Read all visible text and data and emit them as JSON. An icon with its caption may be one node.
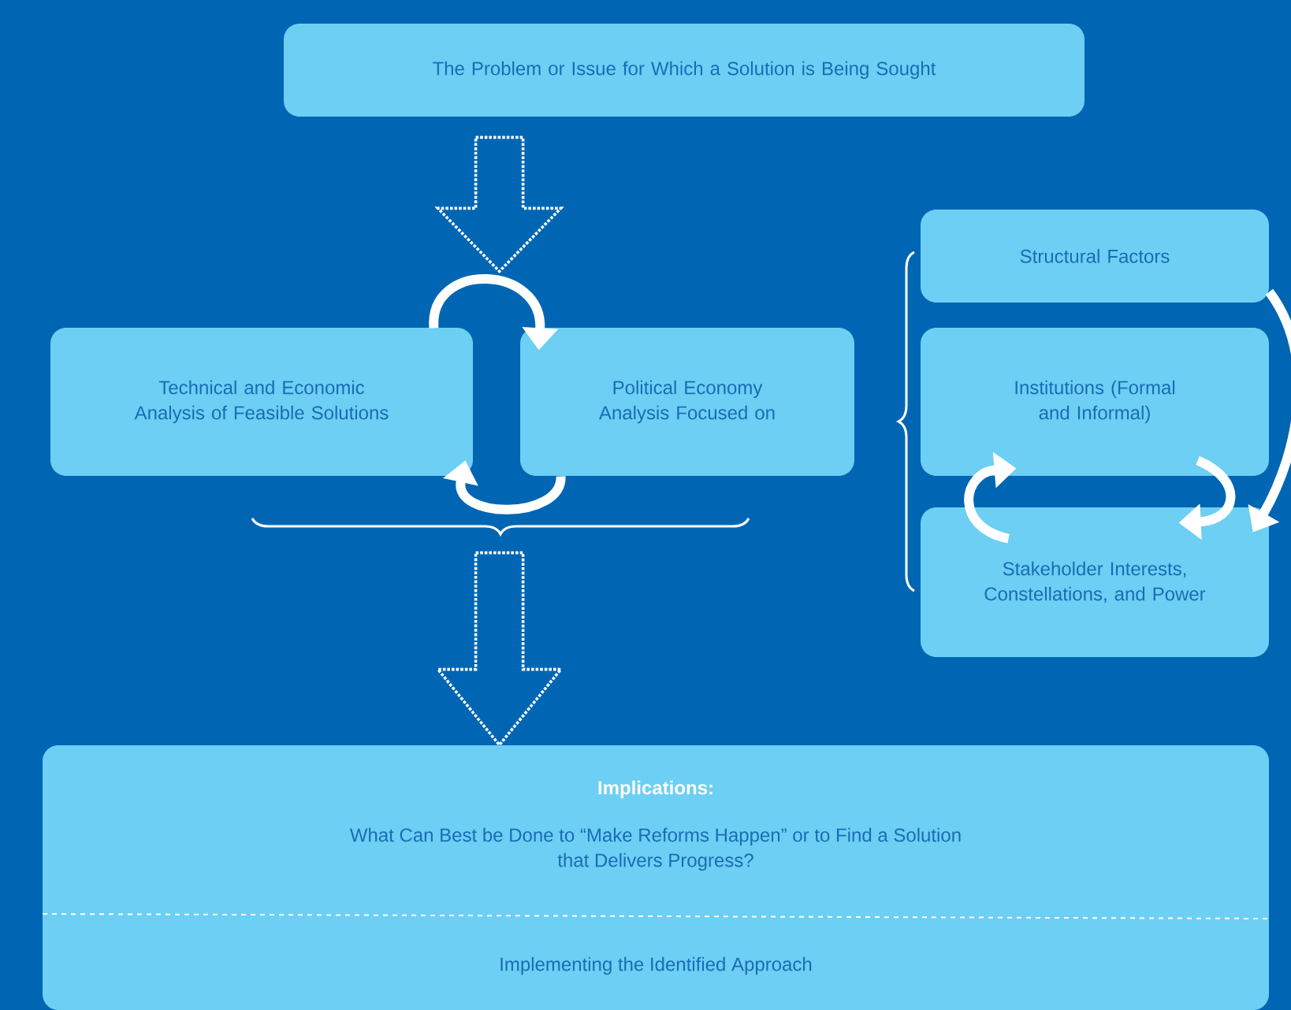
{
  "diagram": {
    "nodes": [
      {
        "text": [
          "The Problem or Issue for Which a Solution is Being Sought"
        ]
      },
      {
        "text": [
          "Technical and Economic Analysis of Feasible Solutions"
        ]
      },
      {
        "text": [
          "Political Economy Analysis Focused on"
        ]
      },
      {
        "text": [
          "Structural Factors"
        ]
      },
      {
        "text": [
          "Institutions (Formal and Informal)"
        ]
      },
      {
        "text": [
          "Stakeholder Interests, Constellations, and Power"
        ]
      },
      {
        "text": [
          "Implications:",
          "What Can Best be Done to “Make Reforms Happen” or to Find a Solution that Delivers Progress?",
          "Implementing the Identified Approach"
        ]
      },
      {
        "text": [],
        "shape": "brace"
      }
    ],
    "edges": [
      {
        "from": 0,
        "to": 1,
        "arrow": "to",
        "style": "dashed"
      },
      {
        "from": 0,
        "to": 2,
        "arrow": "to",
        "style": "dashed"
      },
      {
        "from": 1,
        "to": 2,
        "arrow": "to"
      },
      {
        "from": 2,
        "to": 1,
        "arrow": "to"
      },
      {
        "from": 7,
        "to": 6,
        "arrow": "to",
        "style": "dashed"
      },
      {
        "from": 3,
        "to": 5,
        "arrow": "to"
      },
      {
        "from": 4,
        "to": 5,
        "arrow": "to"
      },
      {
        "from": 5,
        "to": 4,
        "arrow": "to"
      }
    ]
  }
}
